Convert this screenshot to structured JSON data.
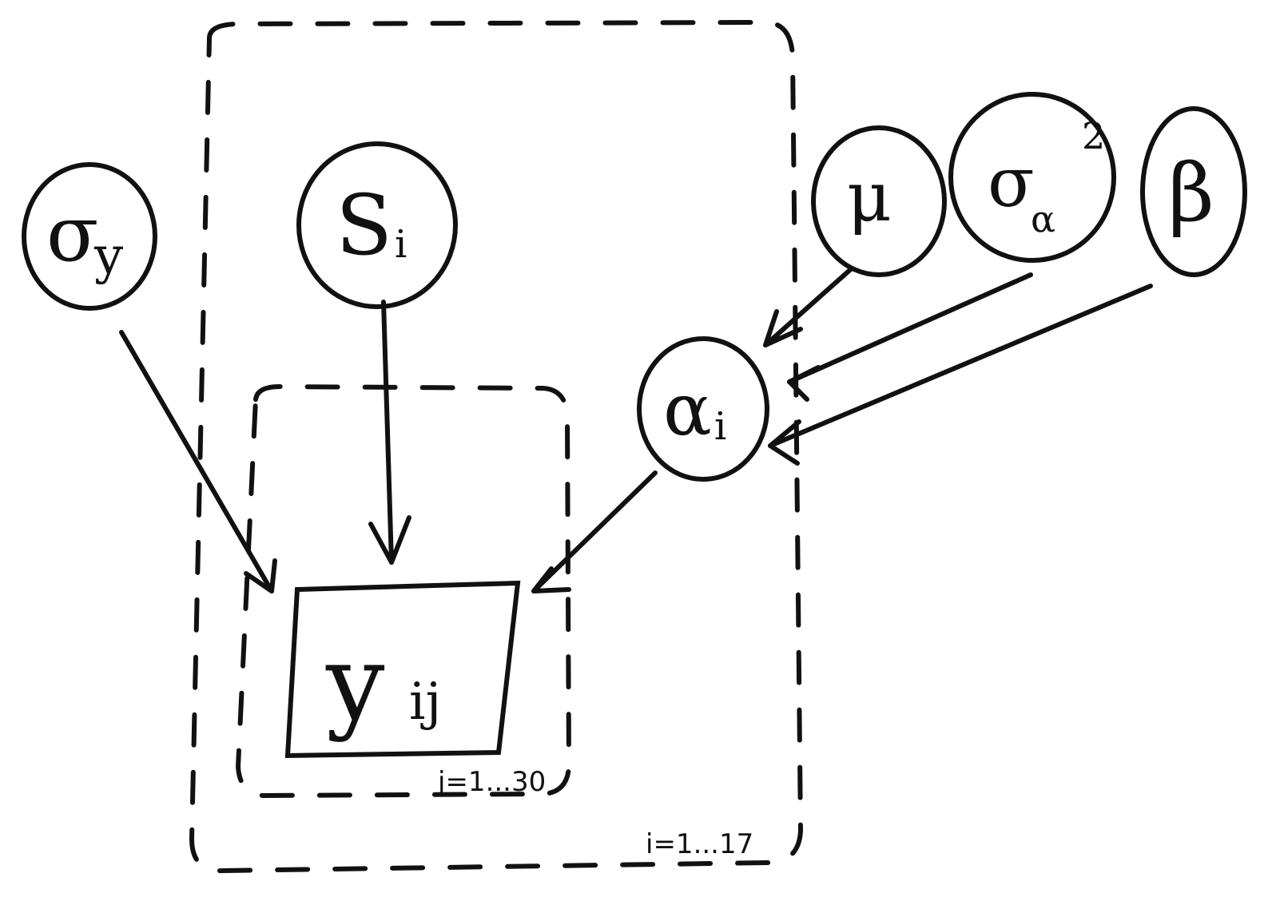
{
  "nodes": {
    "sigma_y": {
      "symbol": "σ",
      "sub": "y",
      "sup": ""
    },
    "s_i": {
      "symbol": "S",
      "sub": "i",
      "sup": ""
    },
    "mu": {
      "symbol": "μ",
      "sub": "",
      "sup": ""
    },
    "sigma_alpha": {
      "symbol": "σ",
      "sub": "α",
      "sup": "2"
    },
    "beta": {
      "symbol": "β",
      "sub": "",
      "sup": ""
    },
    "alpha_i": {
      "symbol": "α",
      "sub": "i",
      "sup": ""
    },
    "y_ij": {
      "symbol": "y",
      "sub": "ij",
      "sup": ""
    }
  },
  "plates": {
    "outer": {
      "label": "i=1...17"
    },
    "inner": {
      "label": "j=1...30"
    }
  },
  "edges": [
    {
      "from": "sigma_y",
      "to": "y_ij"
    },
    {
      "from": "s_i",
      "to": "y_ij"
    },
    {
      "from": "alpha_i",
      "to": "y_ij"
    },
    {
      "from": "mu",
      "to": "alpha_i"
    },
    {
      "from": "sigma_alpha",
      "to": "alpha_i"
    },
    {
      "from": "beta",
      "to": "alpha_i"
    }
  ]
}
